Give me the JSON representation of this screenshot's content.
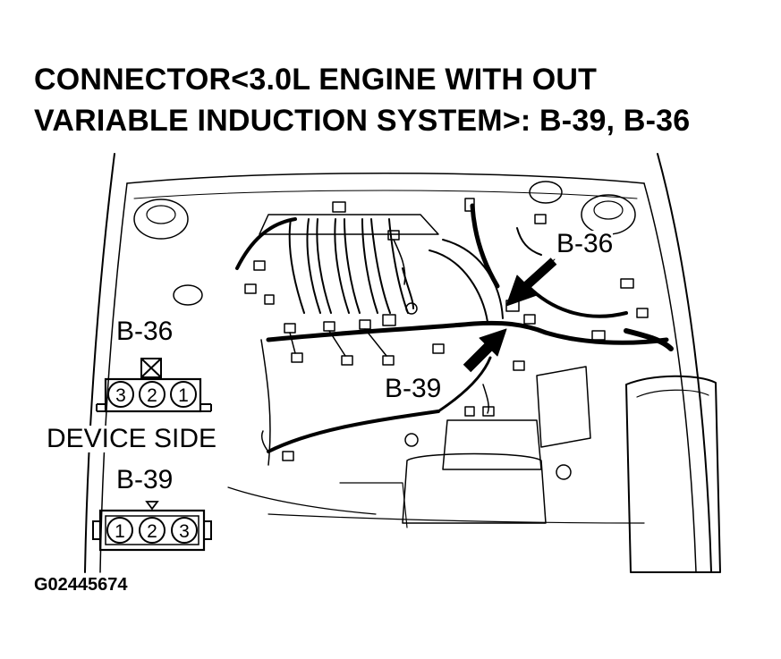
{
  "title": {
    "line1": "CONNECTOR<3.0L ENGINE WITH OUT",
    "line2": "VARIABLE INDUCTION SYSTEM>: B-39, B-36"
  },
  "callouts": {
    "b36": "B-36",
    "b39": "B-39"
  },
  "connector_b36": {
    "label": "B-36",
    "pins": [
      "3",
      "2",
      "1"
    ]
  },
  "device_side_label": "DEVICE SIDE",
  "connector_b39": {
    "label": "B-39",
    "pins": [
      "1",
      "2",
      "3"
    ]
  },
  "figure_id": "G02445674"
}
